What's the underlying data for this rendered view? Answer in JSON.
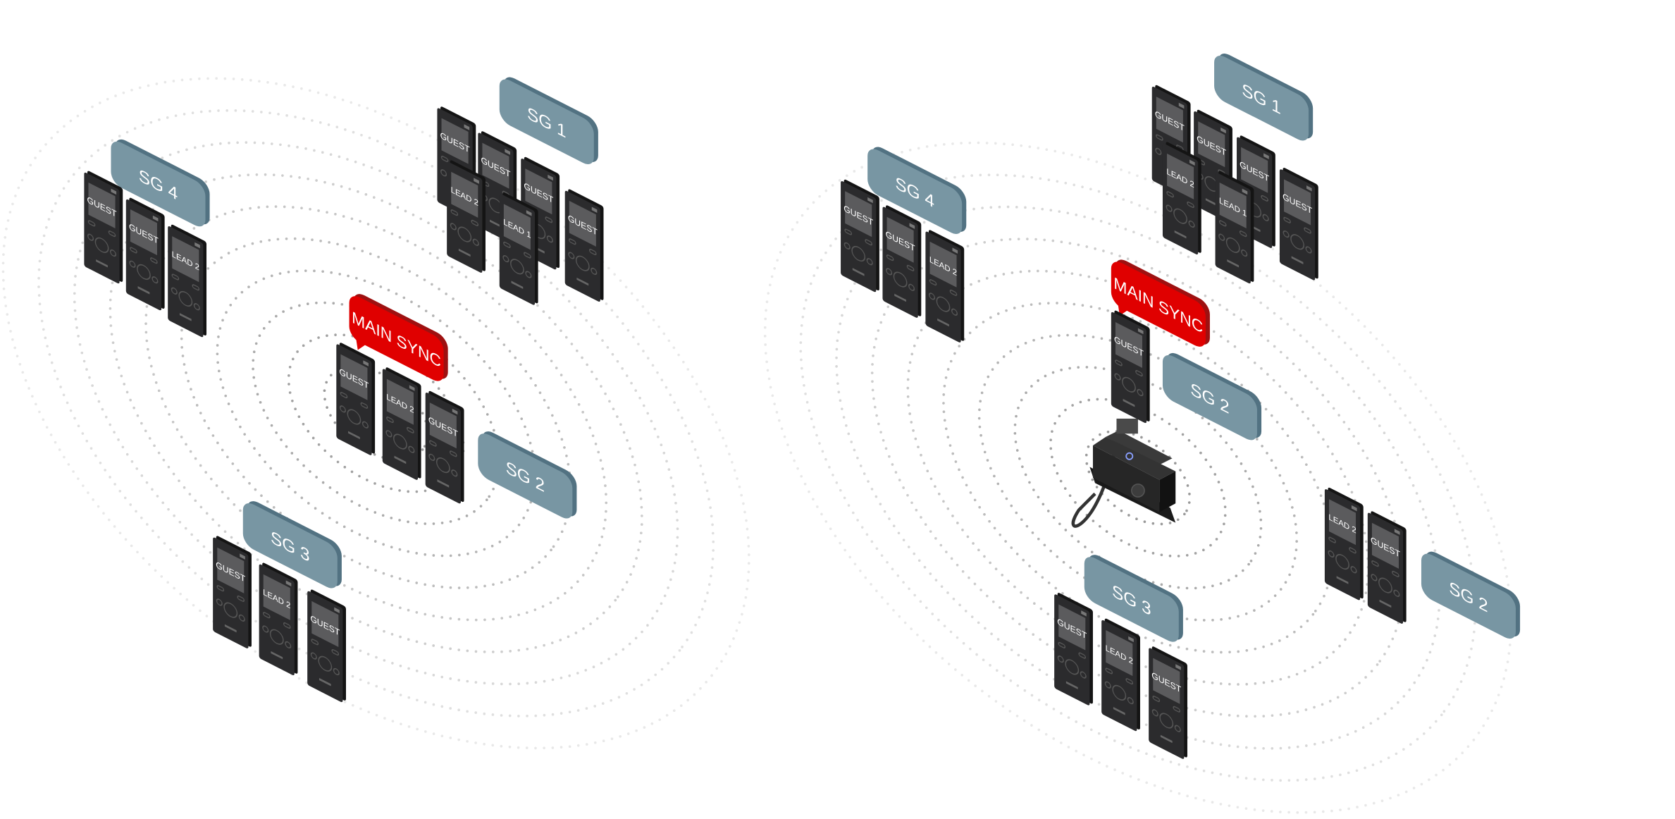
{
  "colors": {
    "tag": "#7896a3",
    "tag_depth": "#527282",
    "main": "#e00000",
    "main_depth": "#9e1111",
    "device": "#2b2b2d",
    "device_side": "#141414",
    "screen": "#5b5b5d",
    "ring": "#9a9a9a"
  },
  "scenes": [
    {
      "name": "left-scene",
      "tags": [
        "SG 4",
        "SG 1",
        "MAIN SYNC",
        "SG 2",
        "SG 3"
      ],
      "devices": [
        "GUEST",
        "GUEST",
        "LEAD 2",
        "GUEST",
        "GUEST",
        "GUEST",
        "GUEST",
        "LEAD 2",
        "LEAD 1",
        "GUEST",
        "LEAD 2",
        "GUEST",
        "GUEST",
        "LEAD 2",
        "GUEST"
      ]
    },
    {
      "name": "right-scene",
      "tags": [
        "SG 1",
        "SG 4",
        "MAIN SYNC",
        "SG 2",
        "SG 2",
        "SG 3"
      ],
      "devices": [
        "GUEST",
        "GUEST",
        "GUEST",
        "GUEST",
        "LEAD 2",
        "LEAD 1",
        "GUEST",
        "GUEST",
        "LEAD 2",
        "GUEST",
        "LEAD 2",
        "GUEST",
        "GUEST",
        "LEAD 2",
        "GUEST"
      ]
    }
  ]
}
